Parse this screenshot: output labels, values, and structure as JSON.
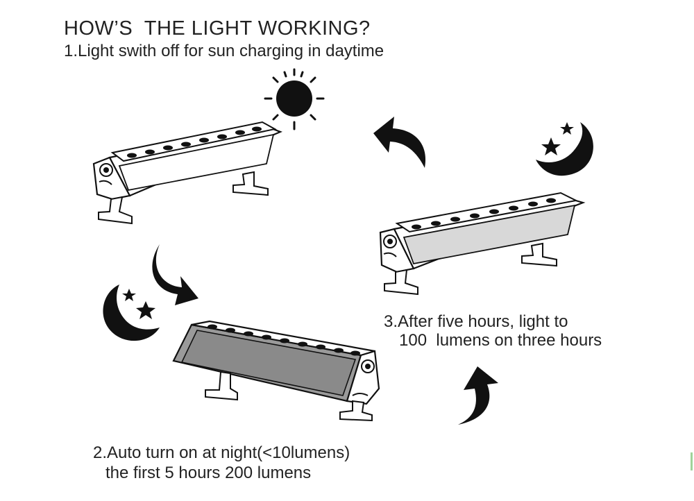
{
  "heading": "HOW’S  THE LIGHT WORKING?",
  "steps": {
    "step1": "1.Light swith off for sun charging in daytime",
    "step2_line1": "2.Auto turn on at night(<10lumens)",
    "step2_line2": "the first 5 hours 200 lumens",
    "step3_line1": "3.After five hours, light to",
    "step3_line2": "100  lumens on three hours"
  },
  "icons": [
    "sun-icon",
    "moon-stars-icon",
    "curved-arrow-icon",
    "light-bar-icon"
  ],
  "colors": {
    "ink": "#111111",
    "panel_off": "#ffffff",
    "panel_dim": "#d8d8d8",
    "panel_bright": "#9a9a9a"
  }
}
